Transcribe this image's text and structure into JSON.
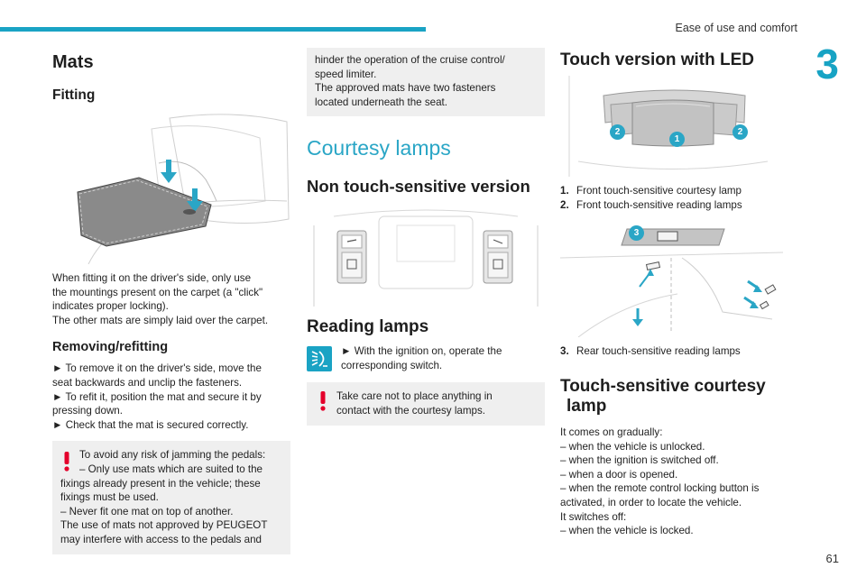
{
  "header": {
    "section_title": "Ease of use and comfort",
    "chapter_number": "3",
    "page_number": "61"
  },
  "col1": {
    "title": "Mats",
    "fitting_heading": "Fitting",
    "fitting_text": [
      "When fitting it on the driver's side, only use",
      "the mountings present on the carpet (a \"click\"",
      "indicates proper locking).",
      "The other mats are simply laid over the carpet."
    ],
    "removing_heading": "Removing/refitting",
    "removing_text": [
      "► To remove it on the driver's side, move the",
      "seat backwards and unclip the fasteners.",
      "► To refit it, position the mat and secure it by",
      "pressing down.",
      "► Check that the mat is secured correctly."
    ],
    "warning_text": [
      "To avoid any risk of jamming the pedals:",
      "– Only use mats which are suited to the",
      "fixings already present in the vehicle; these",
      "fixings must be used.",
      "– Never fit one mat on top of another.",
      "The use of mats not approved by PEUGEOT",
      "may interfere with access to the pedals and"
    ]
  },
  "col2": {
    "continued_text": [
      "hinder the operation of the cruise control/",
      "speed limiter.",
      "The approved mats have two fasteners",
      "located underneath the seat."
    ],
    "courtesy_heading": "Courtesy lamps",
    "non_touch_heading": "Non touch-sensitive version",
    "reading_heading": "Reading lamps",
    "reading_text": [
      "► With the ignition on, operate the",
      "corresponding switch."
    ],
    "warning_text": [
      "Take care not to place anything in",
      "contact with the courtesy lamps."
    ]
  },
  "col3": {
    "touch_led_heading": "Touch version with LED",
    "items_front": [
      {
        "num": "1.",
        "text": "Front touch-sensitive courtesy lamp"
      },
      {
        "num": "2.",
        "text": "Front touch-sensitive reading lamps"
      }
    ],
    "items_rear": [
      {
        "num": "3.",
        "text": "Rear touch-sensitive reading lamps"
      }
    ],
    "badges": {
      "one": "1",
      "two": "2",
      "three": "3"
    },
    "touch_courtesy_heading_line1": "Touch-sensitive courtesy",
    "touch_courtesy_heading_line2": "lamp",
    "touch_text": [
      "It comes on gradually:",
      "– when the vehicle is unlocked.",
      "– when the ignition is switched off.",
      "– when a door is opened.",
      "– when the remote control locking button is",
      "activated, in order to locate the vehicle.",
      "It switches off:",
      "– when the vehicle is locked."
    ]
  },
  "colors": {
    "accent": "#1aa3c4",
    "warning": "#e4002b",
    "box_bg": "#efefef"
  }
}
